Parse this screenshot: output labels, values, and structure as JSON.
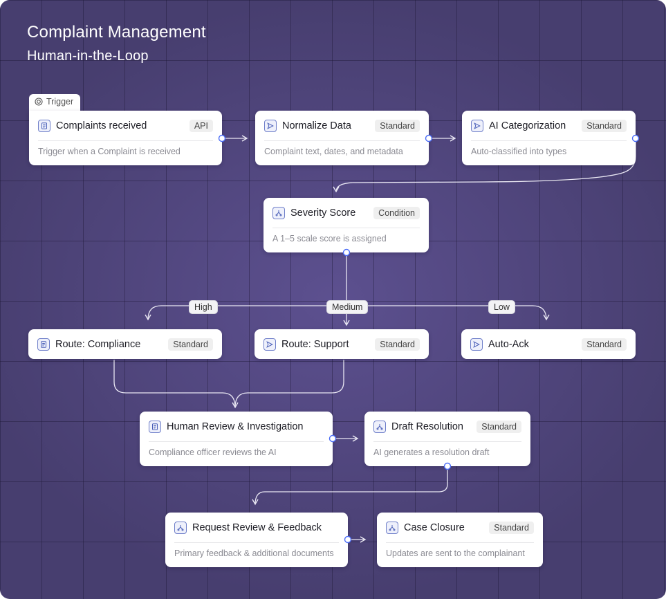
{
  "header": {
    "title": "Complaint Management",
    "subtitle": "Human-in-the-Loop"
  },
  "trigger_tab": {
    "label": "Trigger",
    "icon": "target-icon"
  },
  "nodes": {
    "complaints_received": {
      "name": "Complaints received",
      "tag": "API",
      "desc": "Trigger when a Complaint is received",
      "icon": "document-icon"
    },
    "normalize_data": {
      "name": "Normalize Data",
      "tag": "Standard",
      "desc": "Complaint text, dates, and metadata",
      "icon": "send-icon"
    },
    "ai_categorization": {
      "name": "AI Categorization",
      "tag": "Standard",
      "desc": "Auto-classified into types",
      "icon": "send-icon"
    },
    "severity_score": {
      "name": "Severity Score",
      "tag": "Condition",
      "desc": "A 1–5 scale score is assigned",
      "icon": "branch-icon"
    },
    "route_compliance": {
      "name": "Route: Compliance",
      "tag": "Standard",
      "icon": "document-icon"
    },
    "route_support": {
      "name": "Route: Support",
      "tag": "Standard",
      "icon": "send-icon"
    },
    "auto_ack": {
      "name": "Auto-Ack",
      "tag": "Standard",
      "icon": "send-icon"
    },
    "human_review": {
      "name": "Human Review & Investigation",
      "desc": "Compliance officer reviews the AI",
      "icon": "document-icon"
    },
    "draft_resolution": {
      "name": "Draft Resolution",
      "tag": "Standard",
      "desc": "AI generates a resolution draft",
      "icon": "branch-icon"
    },
    "request_review": {
      "name": "Request Review & Feedback",
      "desc": "Primary feedback & additional documents",
      "icon": "branch-icon"
    },
    "case_closure": {
      "name": "Case Closure",
      "tag": "Standard",
      "desc": "Updates are sent to the complainant",
      "icon": "branch-icon"
    }
  },
  "branch_labels": {
    "high": "High",
    "medium": "Medium",
    "low": "Low"
  },
  "colors": {
    "background": "#473e6f",
    "accent": "#4a6cf7",
    "wire": "#e9e7f3",
    "card": "#ffffff"
  }
}
